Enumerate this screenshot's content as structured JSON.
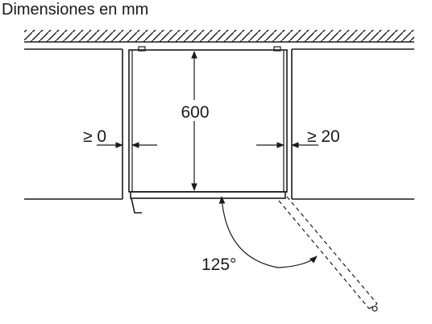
{
  "title": "Dimensiones en mm",
  "dimensions": {
    "depth": "600",
    "left_gap": "≥ 0",
    "right_gap": "≥ 20",
    "door_angle": "125°"
  },
  "colors": {
    "line": "#1a1a1a",
    "background": "#ffffff"
  }
}
